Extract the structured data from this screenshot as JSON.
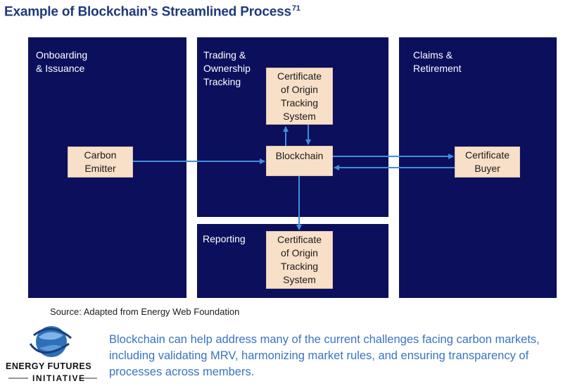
{
  "title": {
    "text": "Example of Blockchain’s Streamlined Process",
    "superscript": "71"
  },
  "panels": {
    "onboarding": "Onboarding\n& Issuance",
    "trading": "Trading &\nOwnership\nTracking",
    "claims": "Claims &\nRetirement",
    "reporting": "Reporting"
  },
  "nodes": {
    "carbon_emitter": "Carbon\nEmitter",
    "cert_origin_top": "Certificate\nof Origin\nTracking\nSystem",
    "blockchain": "Blockchain",
    "certificate_buyer": "Certificate\nBuyer",
    "cert_origin_bottom": "Certificate\nof Origin\nTracking\nSystem"
  },
  "source": "Source: Adapted from Energy Web Foundation",
  "summary": "Blockchain can help address many of the current challenges facing carbon markets, including validating MRV, harmonizing market rules, and ensuring transparency of processes across members.",
  "logo": {
    "line1": "ENERGY FUTURES",
    "line2": "INITIATIVE"
  },
  "colors": {
    "panel": "#0b0f5c",
    "node": "#f8dfc7",
    "arrow": "#3f8fdc",
    "title": "#1f3a7a",
    "summary": "#3b72c3"
  }
}
